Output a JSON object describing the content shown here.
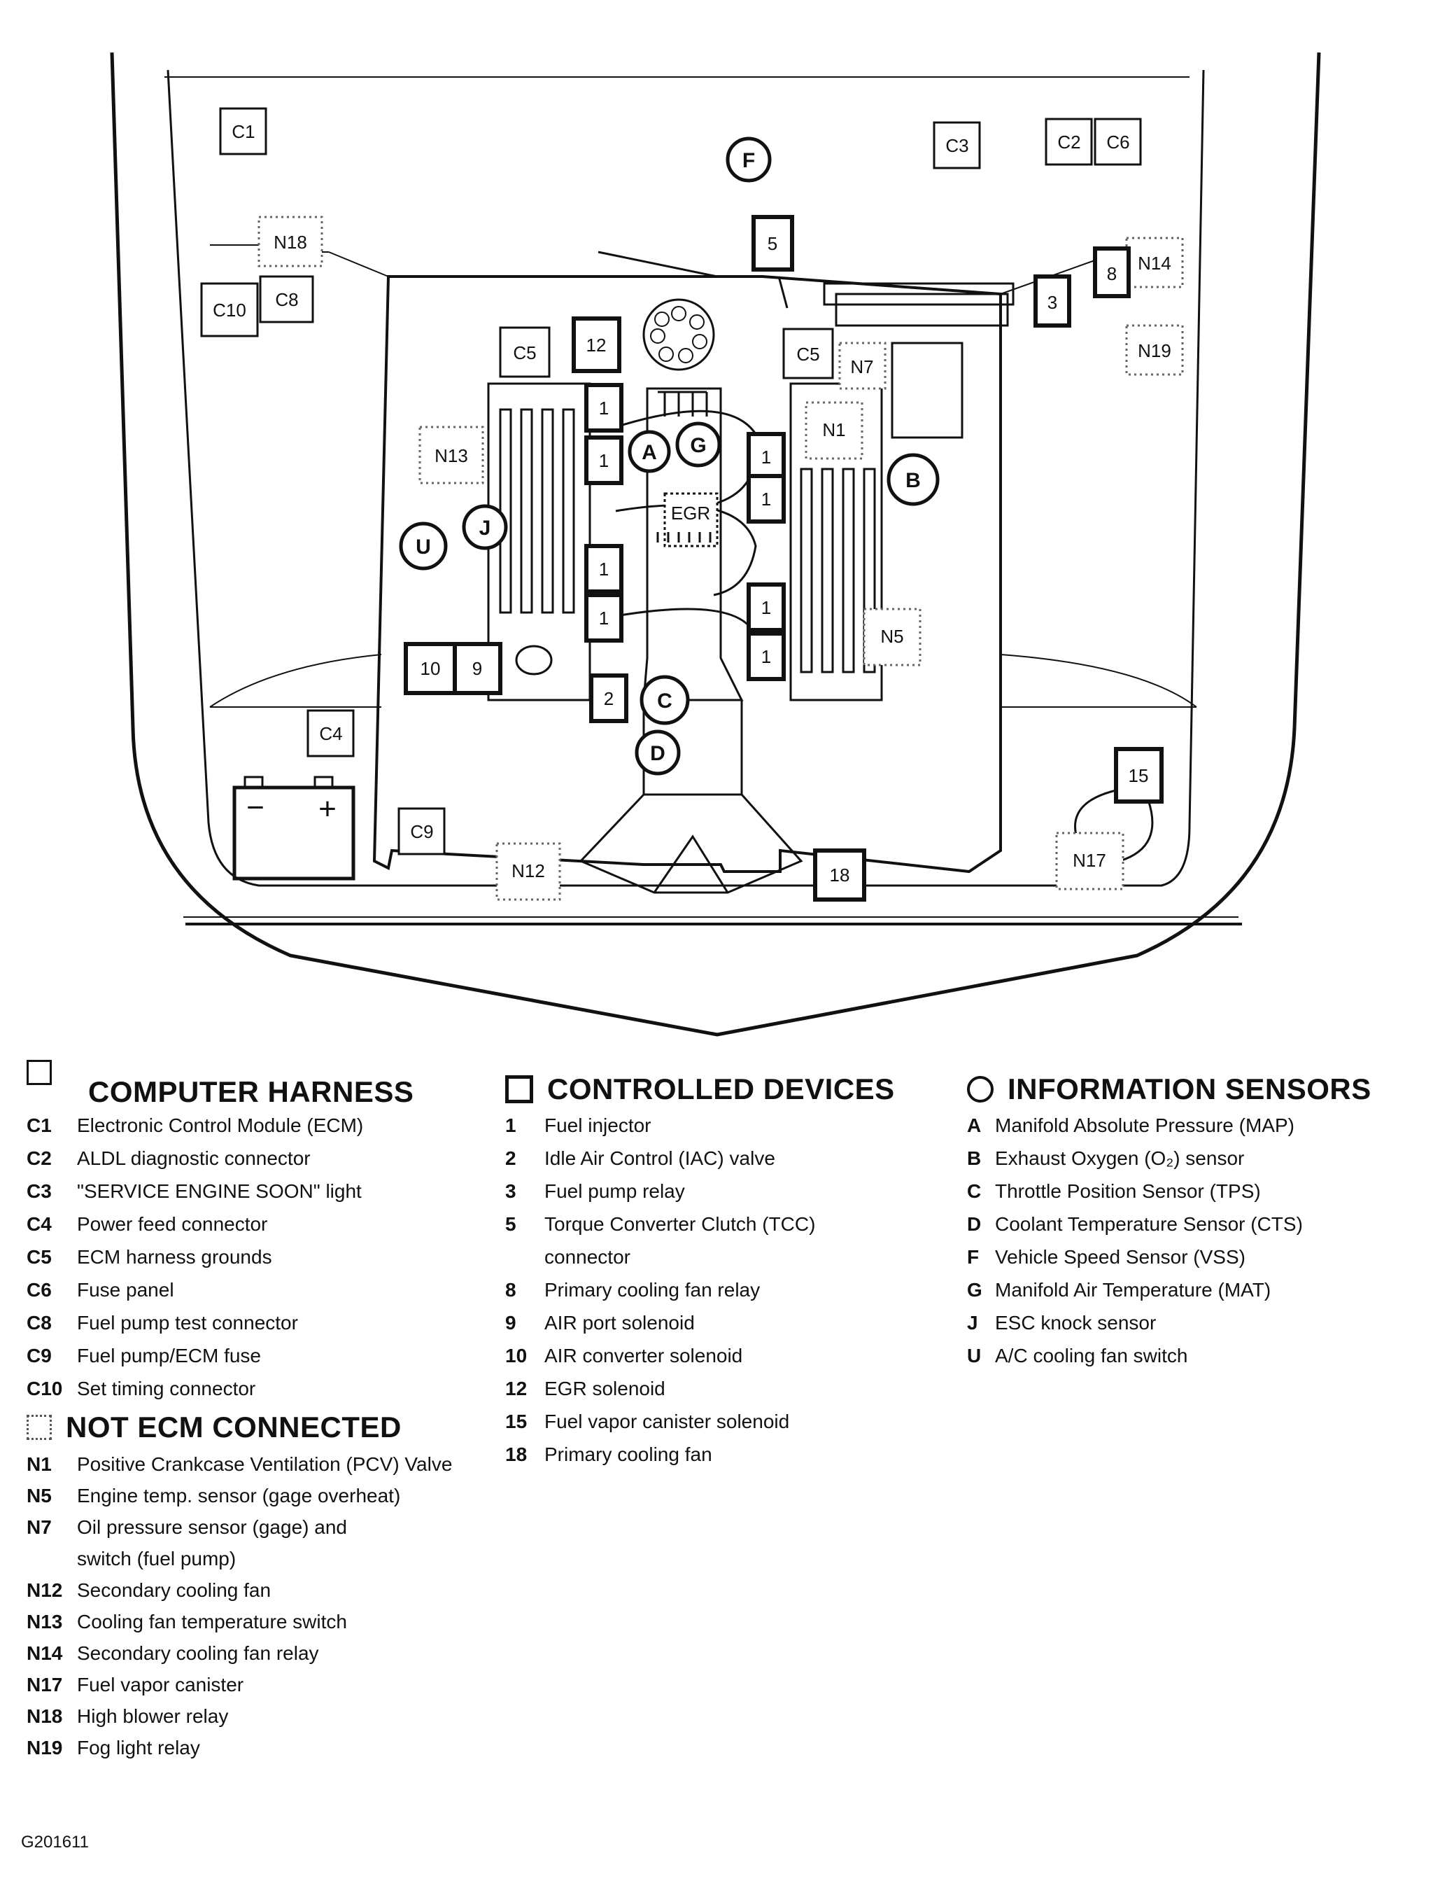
{
  "labels": {
    "C1": "C1",
    "C2": "C2",
    "C3": "C3",
    "C4": "C4",
    "C5": "C5",
    "C6": "C6",
    "C8": "C8",
    "C9": "C9",
    "C10": "C10",
    "d1": "1",
    "d2": "2",
    "d3": "3",
    "d5": "5",
    "d8": "8",
    "d9": "9",
    "d10": "10",
    "d12": "12",
    "d15": "15",
    "d18": "18",
    "N1": "N1",
    "N5": "N5",
    "N7": "N7",
    "N12": "N12",
    "N13": "N13",
    "N14": "N14",
    "N17": "N17",
    "N18": "N18",
    "N19": "N19",
    "A": "A",
    "B": "B",
    "C": "C",
    "D": "D",
    "F": "F",
    "G": "G",
    "J": "J",
    "U": "U",
    "egr": "EGR",
    "battery_neg": "−",
    "battery_pos": "+"
  },
  "legend": {
    "computer_harness": {
      "title": "COMPUTER HARNESS",
      "items": [
        {
          "code": "C1",
          "text": "Electronic Control Module (ECM)"
        },
        {
          "code": "C2",
          "text": "ALDL diagnostic connector"
        },
        {
          "code": "C3",
          "text": "\"SERVICE ENGINE SOON\" light"
        },
        {
          "code": "C4",
          "text": "Power feed connector"
        },
        {
          "code": "C5",
          "text": "ECM harness grounds"
        },
        {
          "code": "C6",
          "text": "Fuse panel"
        },
        {
          "code": "C8",
          "text": "Fuel pump test connector"
        },
        {
          "code": "C9",
          "text": "Fuel pump/ECM fuse"
        },
        {
          "code": "C10",
          "text": "Set timing connector"
        }
      ]
    },
    "not_ecm": {
      "title": "NOT ECM CONNECTED",
      "items": [
        {
          "code": "N1",
          "text": "Positive Crankcase Ventilation (PCV) Valve"
        },
        {
          "code": "N5",
          "text": "Engine temp. sensor (gage overheat)"
        },
        {
          "code": "N7",
          "text": "Oil pressure sensor (gage) and switch (fuel pump)"
        },
        {
          "code": "N12",
          "text": "Secondary cooling fan"
        },
        {
          "code": "N13",
          "text": "Cooling fan temperature switch"
        },
        {
          "code": "N14",
          "text": "Secondary cooling fan relay"
        },
        {
          "code": "N17",
          "text": "Fuel vapor canister"
        },
        {
          "code": "N18",
          "text": "High blower relay"
        },
        {
          "code": "N19",
          "text": "Fog light relay"
        }
      ]
    },
    "controlled_devices": {
      "title": "CONTROLLED DEVICES",
      "items": [
        {
          "code": "1",
          "text": "Fuel injector"
        },
        {
          "code": "2",
          "text": "Idle Air Control (IAC) valve"
        },
        {
          "code": "3",
          "text": "Fuel pump relay"
        },
        {
          "code": "5",
          "text": "Torque Converter Clutch (TCC) connector"
        },
        {
          "code": "8",
          "text": "Primary cooling fan relay"
        },
        {
          "code": "9",
          "text": "AIR port solenoid"
        },
        {
          "code": "10",
          "text": "AIR converter solenoid"
        },
        {
          "code": "12",
          "text": "EGR solenoid"
        },
        {
          "code": "15",
          "text": "Fuel vapor canister solenoid"
        },
        {
          "code": "18",
          "text": "Primary cooling fan"
        }
      ]
    },
    "information_sensors": {
      "title": "INFORMATION SENSORS",
      "items": [
        {
          "code": "A",
          "text": "Manifold Absolute Pressure (MAP)"
        },
        {
          "code": "B",
          "text": "Exhaust Oxygen (O₂) sensor"
        },
        {
          "code": "C",
          "text": "Throttle Position Sensor (TPS)"
        },
        {
          "code": "D",
          "text": "Coolant Temperature Sensor (CTS)"
        },
        {
          "code": "F",
          "text": "Vehicle Speed Sensor (VSS)"
        },
        {
          "code": "G",
          "text": "Manifold Air Temperature (MAT)"
        },
        {
          "code": "J",
          "text": "ESC knock sensor"
        },
        {
          "code": "U",
          "text": "A/C cooling fan switch"
        }
      ]
    }
  },
  "figure_id": "G201611"
}
